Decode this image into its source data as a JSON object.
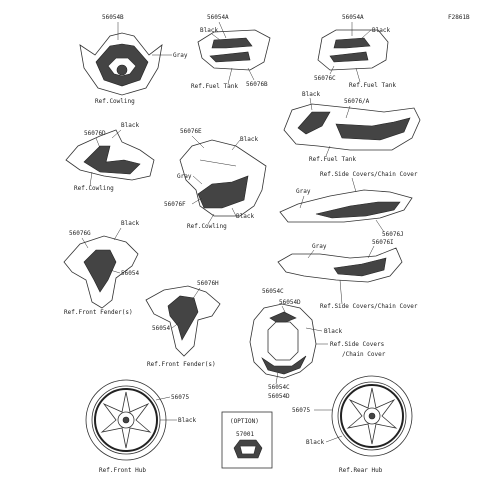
{
  "figure_code": "F2861B",
  "labels": {
    "p1_code": "56054B",
    "p1_gray": "Gray",
    "p1_ref": "Ref.Cowling",
    "p2_code": "56054A",
    "p2_black": "Black",
    "p2_ref": "Ref.Fuel Tank",
    "p2_code2": "56076B",
    "p3_code": "56054A",
    "p3_black": "Black",
    "p3_code2": "56076C",
    "p3_ref": "Ref.Fuel Tank",
    "p4_black": "Black",
    "p4_code": "56076/A",
    "p4_ref": "Ref.Fuel Tank",
    "p5_black": "Black",
    "p5_code": "56076D",
    "p5_ref": "Ref.Cowling",
    "p6_code": "56076E",
    "p6_black": "Black",
    "p6_gray": "Gray",
    "p6_code2": "56076F",
    "p6_black2": "Black",
    "p6_ref": "Ref.Cowling",
    "p7_ref": "Ref.Side Covers/Chain Cover",
    "p7_gray": "Gray",
    "p7_code": "56076J",
    "p8_gray": "Gray",
    "p8_code": "56076I",
    "p8_ref": "Ref.Side Covers/Chain Cover",
    "p9_black": "Black",
    "p9_code": "56076G",
    "p9_code2": "56054",
    "p9_ref": "Ref.Front Fender(s)",
    "p10_code": "56076H",
    "p10_code2": "56054",
    "p10_ref": "Ref.Front Fender(s)",
    "p11_code": "56054C",
    "p11_code2": "56054D",
    "p11_black": "Black",
    "p11_ref1": "Ref.Side Covers",
    "p11_ref2": "/Chain Cover",
    "p11_code3": "56054C",
    "p11_code4": "56054D",
    "p12_code": "56075",
    "p12_black": "Black",
    "p12_ref": "Ref.Front Hub",
    "p13_option": "(OPTION)",
    "p13_code": "57001",
    "p14_code": "56075",
    "p14_black": "Black",
    "p14_ref": "Ref.Rear Hub"
  }
}
